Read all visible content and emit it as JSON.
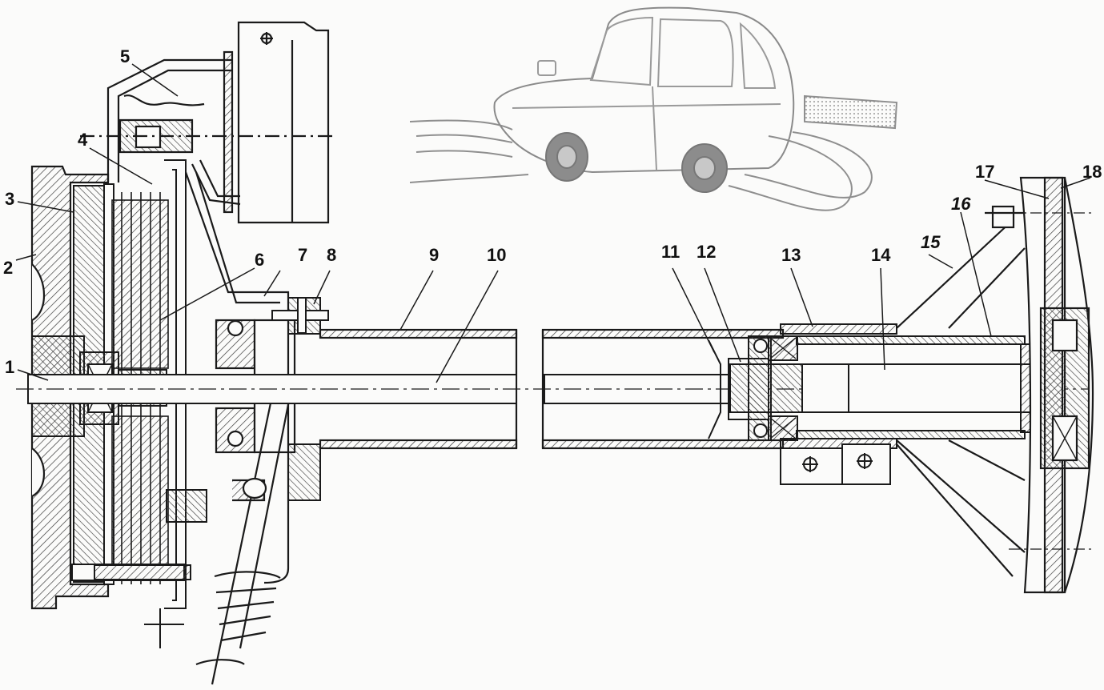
{
  "callouts": [
    {
      "id": "1",
      "text": "1"
    },
    {
      "id": "2",
      "text": "2"
    },
    {
      "id": "3",
      "text": "3"
    },
    {
      "id": "4",
      "text": "4"
    },
    {
      "id": "5",
      "text": "5"
    },
    {
      "id": "6",
      "text": "6"
    },
    {
      "id": "7",
      "text": "7"
    },
    {
      "id": "8",
      "text": "8"
    },
    {
      "id": "9",
      "text": "9"
    },
    {
      "id": "10",
      "text": "10"
    },
    {
      "id": "11",
      "text": "11"
    },
    {
      "id": "12",
      "text": "12"
    },
    {
      "id": "13",
      "text": "13"
    },
    {
      "id": "14",
      "text": "14"
    },
    {
      "id": "15",
      "text": "15"
    },
    {
      "id": "16",
      "text": "16"
    },
    {
      "id": "17",
      "text": "17"
    },
    {
      "id": "18",
      "text": "18"
    }
  ],
  "colors": {
    "ink": "#1a1a1a",
    "hatch": "#444444",
    "sketch": "#9a9a9a",
    "paper": "#fbfbfa"
  }
}
